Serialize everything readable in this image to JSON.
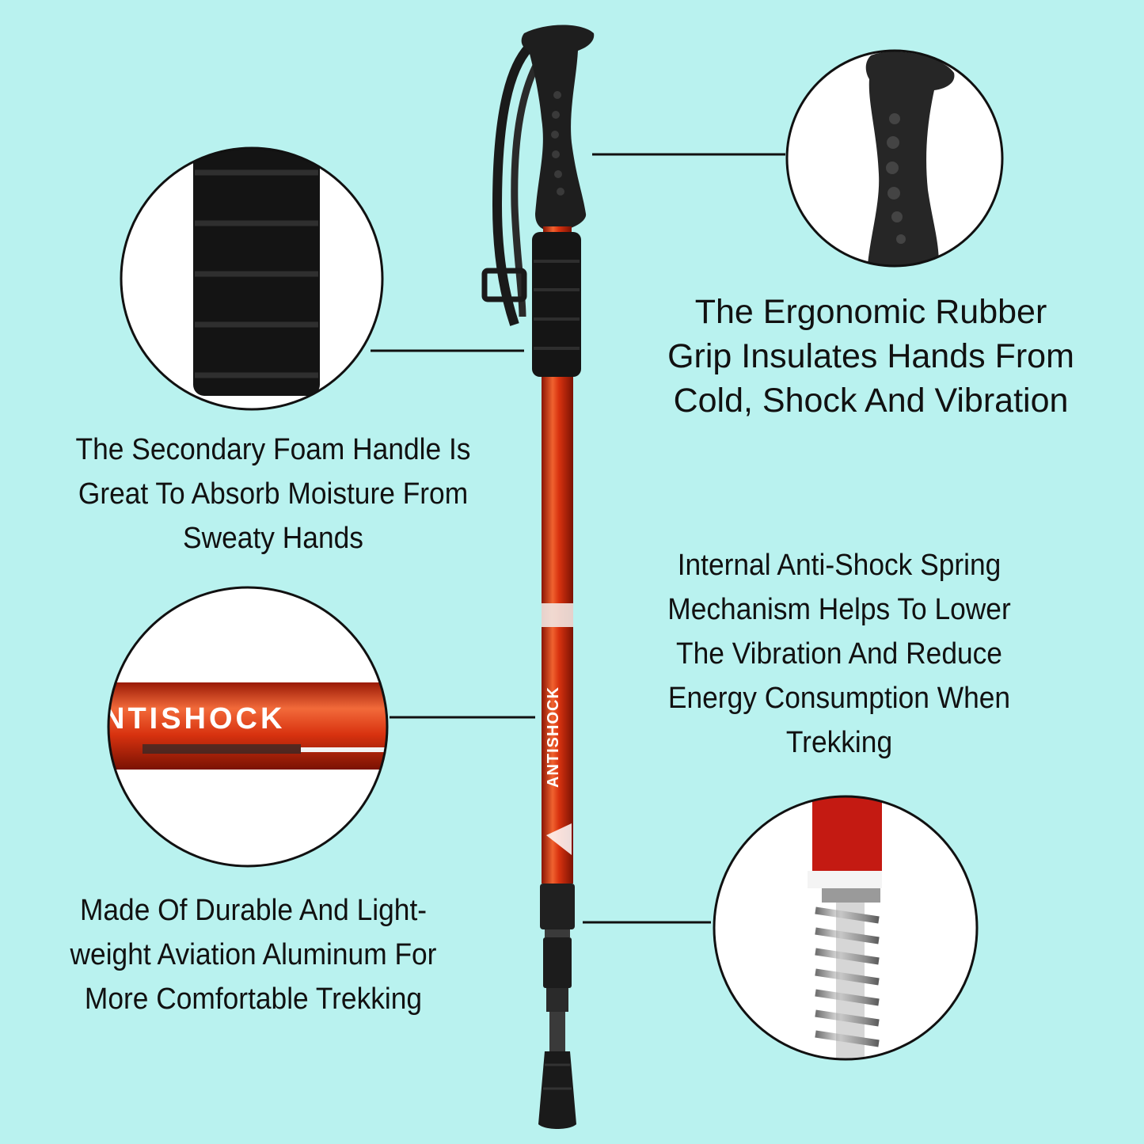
{
  "colors": {
    "background": "#b9f2ef",
    "pole": "#d8320f",
    "grip": "#1e1e1e",
    "caption_text": "#111111"
  },
  "captions": {
    "grip": "The Ergonomic Rubber\nGrip Insulates Hands From\nCold, Shock And Vibration",
    "foam": "The Secondary Foam Handle Is\nGreat To Absorb Moisture From\nSweaty Hands",
    "spring": "Internal Anti-Shock Spring\nMechanism Helps To Lower\nThe Vibration And Reduce\nEnergy Consumption When\nTrekking",
    "aluminum": "Made Of Durable And Light-\nweight Aviation Aluminum For\nMore Comfortable Trekking"
  },
  "pole_label": "ANTISHOCK",
  "zoom_label": "NTISHOCK"
}
